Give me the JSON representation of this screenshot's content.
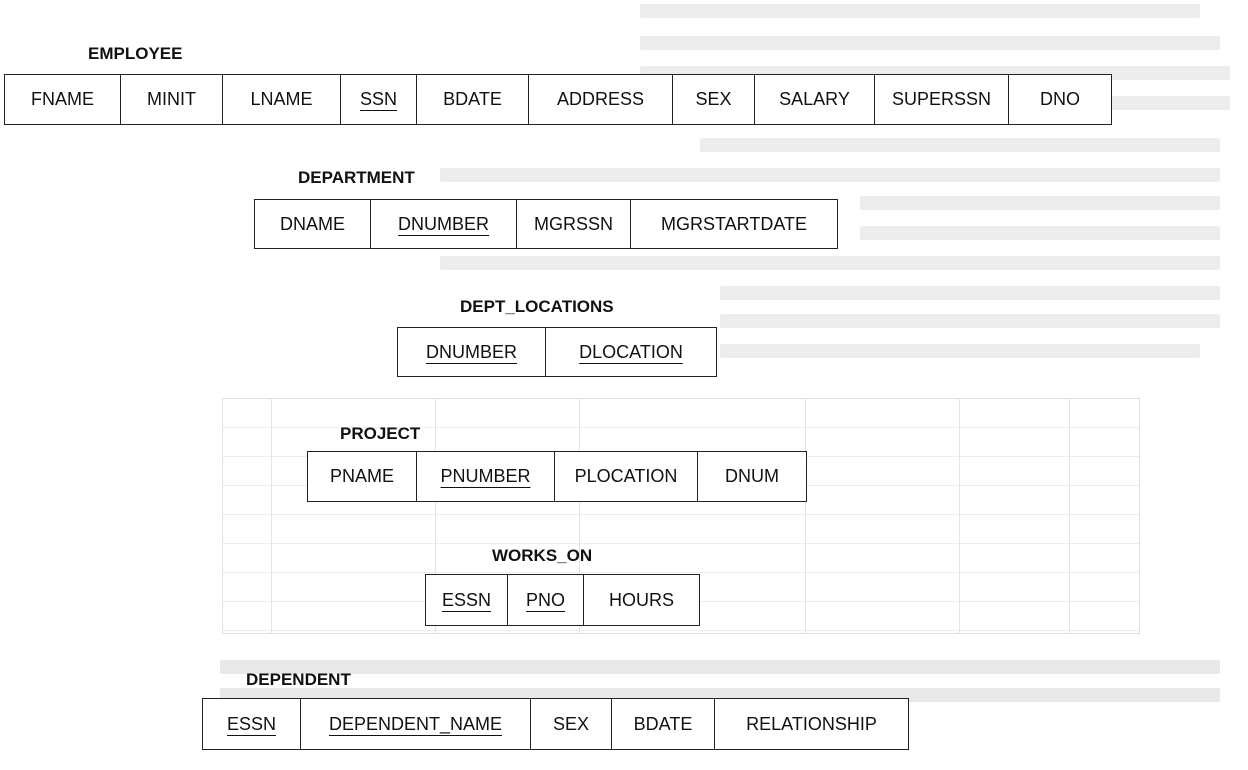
{
  "relations": [
    {
      "name": "EMPLOYEE",
      "attributes": [
        {
          "label": "FNAME",
          "key": false
        },
        {
          "label": "MINIT",
          "key": false
        },
        {
          "label": "LNAME",
          "key": false
        },
        {
          "label": "SSN",
          "key": true
        },
        {
          "label": "BDATE",
          "key": false
        },
        {
          "label": "ADDRESS",
          "key": false
        },
        {
          "label": "SEX",
          "key": false
        },
        {
          "label": "SALARY",
          "key": false
        },
        {
          "label": "SUPERSSN",
          "key": false
        },
        {
          "label": "DNO",
          "key": false
        }
      ]
    },
    {
      "name": "DEPARTMENT",
      "attributes": [
        {
          "label": "DNAME",
          "key": false
        },
        {
          "label": "DNUMBER",
          "key": true
        },
        {
          "label": "MGRSSN",
          "key": false
        },
        {
          "label": "MGRSTARTDATE",
          "key": false
        }
      ]
    },
    {
      "name": "DEPT_LOCATIONS",
      "attributes": [
        {
          "label": "DNUMBER",
          "key": true
        },
        {
          "label": "DLOCATION",
          "key": true
        }
      ]
    },
    {
      "name": "PROJECT",
      "attributes": [
        {
          "label": "PNAME",
          "key": false
        },
        {
          "label": "PNUMBER",
          "key": true
        },
        {
          "label": "PLOCATION",
          "key": false
        },
        {
          "label": "DNUM",
          "key": false
        }
      ]
    },
    {
      "name": "WORKS_ON",
      "attributes": [
        {
          "label": "ESSN",
          "key": true
        },
        {
          "label": "PNO",
          "key": true
        },
        {
          "label": "HOURS",
          "key": false
        }
      ]
    },
    {
      "name": "DEPENDENT",
      "attributes": [
        {
          "label": "ESSN",
          "key": true
        },
        {
          "label": "DEPENDENT_NAME",
          "key": true
        },
        {
          "label": "SEX",
          "key": false
        },
        {
          "label": "BDATE",
          "key": false
        },
        {
          "label": "RELATIONSHIP",
          "key": false
        }
      ]
    }
  ]
}
